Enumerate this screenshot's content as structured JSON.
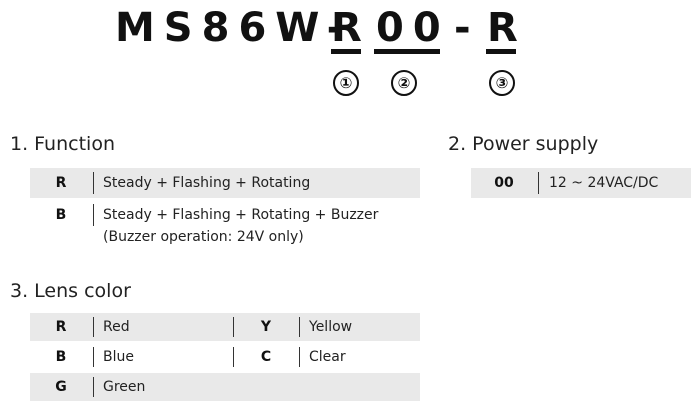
{
  "model_code": {
    "prefix": "MS86W-",
    "part1": "R",
    "part2": "00",
    "dash": "-",
    "part3": "R",
    "markers": [
      "①",
      "②",
      "③"
    ]
  },
  "function": {
    "heading": "1. Function",
    "rows": [
      {
        "code": "R",
        "desc": "Steady + Flashing + Rotating"
      },
      {
        "code": "B",
        "desc": "Steady + Flashing + Rotating + Buzzer",
        "note": "(Buzzer operation: 24V only)"
      }
    ]
  },
  "power": {
    "heading": "2. Power supply",
    "rows": [
      {
        "code": "00",
        "desc": "12 ~ 24VAC/DC"
      }
    ]
  },
  "lens": {
    "heading": "3. Lens color",
    "rows": [
      {
        "code1": "R",
        "desc1": "Red",
        "code2": "Y",
        "desc2": "Yellow"
      },
      {
        "code1": "B",
        "desc1": "Blue",
        "code2": "C",
        "desc2": "Clear"
      },
      {
        "code1": "G",
        "desc1": "Green"
      }
    ]
  },
  "colors": {
    "row_shade": "#e9e9e9",
    "text": "#111111"
  }
}
